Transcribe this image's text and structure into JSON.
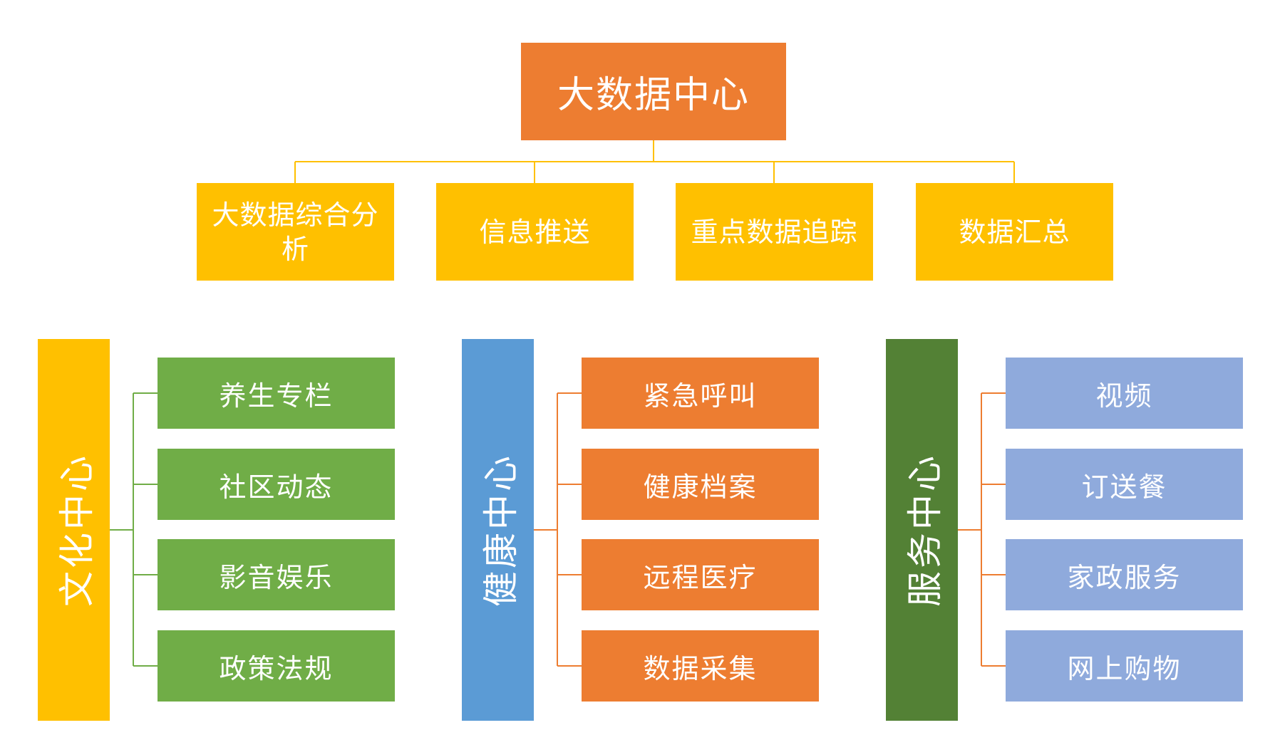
{
  "root": {
    "label": "大数据中心",
    "color": "#ED7D31"
  },
  "functions": {
    "color": "#FFC000",
    "items": [
      {
        "label": "大数据综合分析"
      },
      {
        "label": "信息推送"
      },
      {
        "label": "重点数据追踪"
      },
      {
        "label": "数据汇总"
      }
    ]
  },
  "centers": [
    {
      "label": "文化中心",
      "color": "#FFC000",
      "leaf_color": "#70AD47",
      "line_color": "#70AD47",
      "items": [
        {
          "label": "养生专栏"
        },
        {
          "label": "社区动态"
        },
        {
          "label": "影音娱乐"
        },
        {
          "label": "政策法规"
        }
      ]
    },
    {
      "label": "健康中心",
      "color": "#5B9BD5",
      "leaf_color": "#ED7D31",
      "line_color": "#ED7D31",
      "items": [
        {
          "label": "紧急呼叫"
        },
        {
          "label": "健康档案"
        },
        {
          "label": "远程医疗"
        },
        {
          "label": "数据采集"
        }
      ]
    },
    {
      "label": "服务中心",
      "color": "#538135",
      "leaf_color": "#8FAADC",
      "line_color": "#ED7D31",
      "items": [
        {
          "label": "视频"
        },
        {
          "label": "订送餐"
        },
        {
          "label": "家政服务"
        },
        {
          "label": "网上购物"
        }
      ]
    }
  ],
  "connector_color": "#FFC000"
}
